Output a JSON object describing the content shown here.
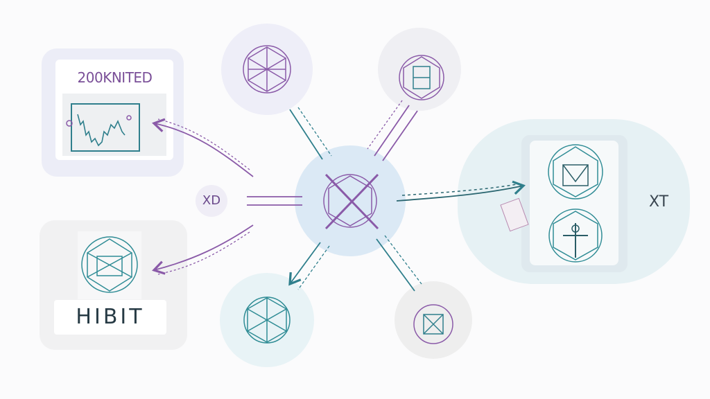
{
  "nodes": {
    "top_left_card": {
      "title": "200KNITED"
    },
    "bottom_left_card": {
      "label": "HIBIT"
    },
    "left_badge": {
      "label": "XD"
    },
    "right_panel": {
      "label": "XT"
    }
  },
  "colors": {
    "purple": "#8a5aa8",
    "teal": "#2f7f8c",
    "center_fill": "#dbe9f5",
    "right_panel_fill": "#e6f1f4"
  }
}
